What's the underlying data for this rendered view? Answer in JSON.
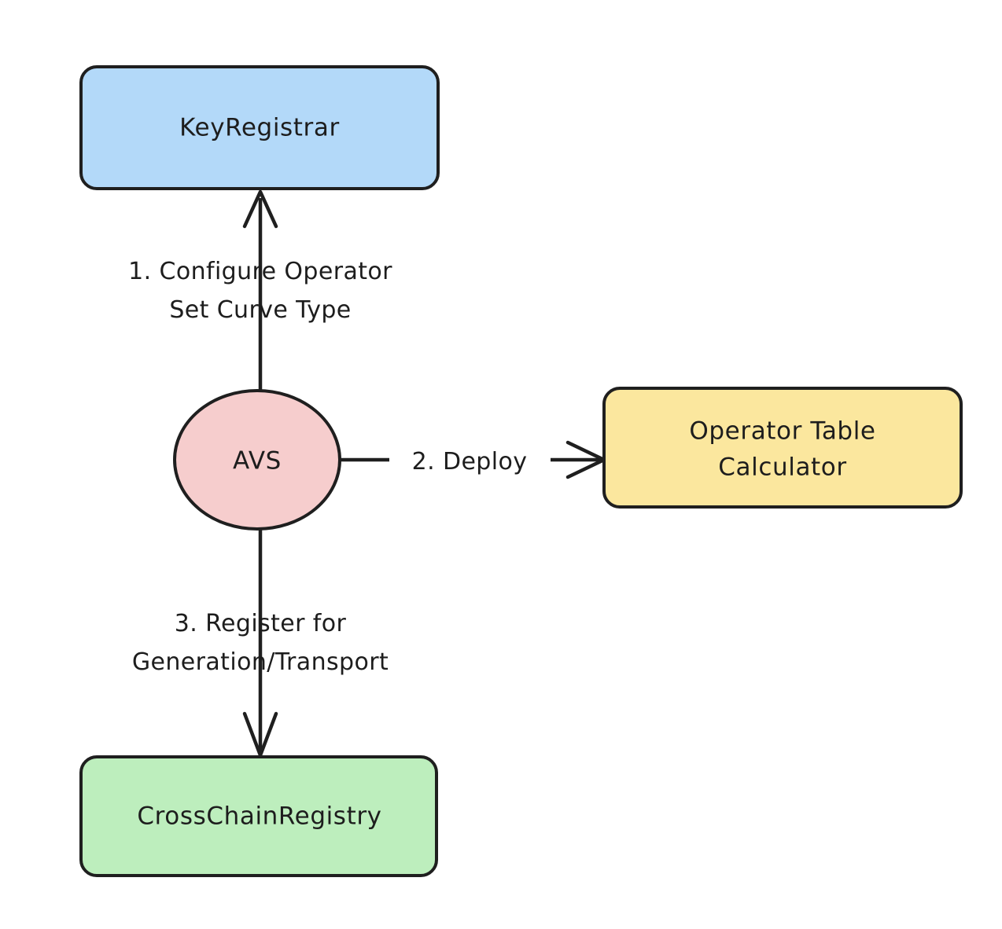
{
  "diagram": {
    "type": "flowchart",
    "direction": "top-down",
    "background": "#ffffff",
    "stroke_color": "#1f1f1f",
    "text_color": "#1d1d1d",
    "nodes": [
      {
        "id": "keyregistrar",
        "label": "KeyRegistrar",
        "shape": "rounded-rect",
        "fill": "#b3d9f9",
        "stroke": "#1f1f1f"
      },
      {
        "id": "avs",
        "label": "AVS",
        "shape": "circle",
        "fill": "#f6cdcd",
        "stroke": "#1f1f1f"
      },
      {
        "id": "operator_table_calculator",
        "label_line1": "Operator Table",
        "label_line2": "Calculator",
        "shape": "rounded-rect",
        "fill": "#fbe79e",
        "stroke": "#1f1f1f"
      },
      {
        "id": "crosschainregistry",
        "label": "CrossChainRegistry",
        "shape": "rounded-rect",
        "fill": "#bdeebd",
        "stroke": "#1f1f1f"
      }
    ],
    "edges": [
      {
        "id": "edge-1",
        "from": "avs",
        "to": "keyregistrar",
        "direction": "up",
        "label_line1": "1. Configure Operator",
        "label_line2": "Set Curve Type"
      },
      {
        "id": "edge-2",
        "from": "avs",
        "to": "operator_table_calculator",
        "direction": "right",
        "label_line1": "2. Deploy",
        "label_line2": ""
      },
      {
        "id": "edge-3",
        "from": "avs",
        "to": "crosschainregistry",
        "direction": "down",
        "label_line1": "3. Register for",
        "label_line2": "Generation/Transport"
      }
    ]
  }
}
